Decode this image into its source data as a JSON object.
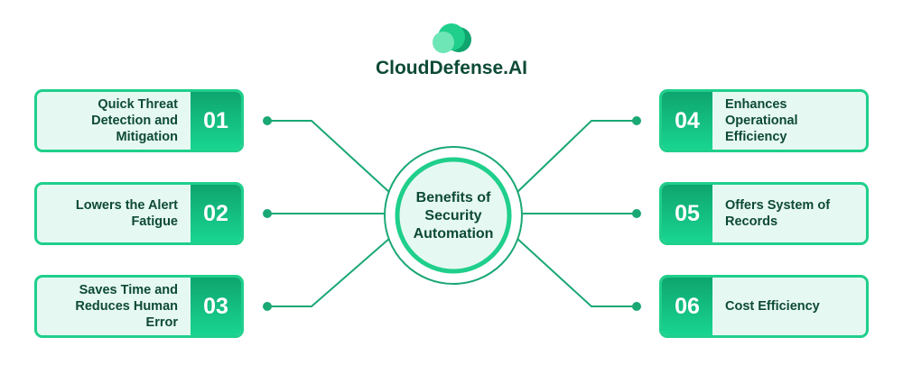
{
  "brand": {
    "name": "CloudDefense.AI",
    "colors": {
      "primary": "#1fcf8b",
      "dark": "#0d4a35",
      "light": "#e6f8f2"
    }
  },
  "center": {
    "title": "Benefits of Security Automation"
  },
  "items": [
    {
      "num": "01",
      "label": "Quick Threat Detection and Mitigation"
    },
    {
      "num": "02",
      "label": "Lowers the Alert Fatigue"
    },
    {
      "num": "03",
      "label": "Saves Time and Reduces Human Error"
    },
    {
      "num": "04",
      "label": "Enhances Operational Efficiency"
    },
    {
      "num": "05",
      "label": "Offers System of Records"
    },
    {
      "num": "06",
      "label": "Cost Efficiency"
    }
  ]
}
